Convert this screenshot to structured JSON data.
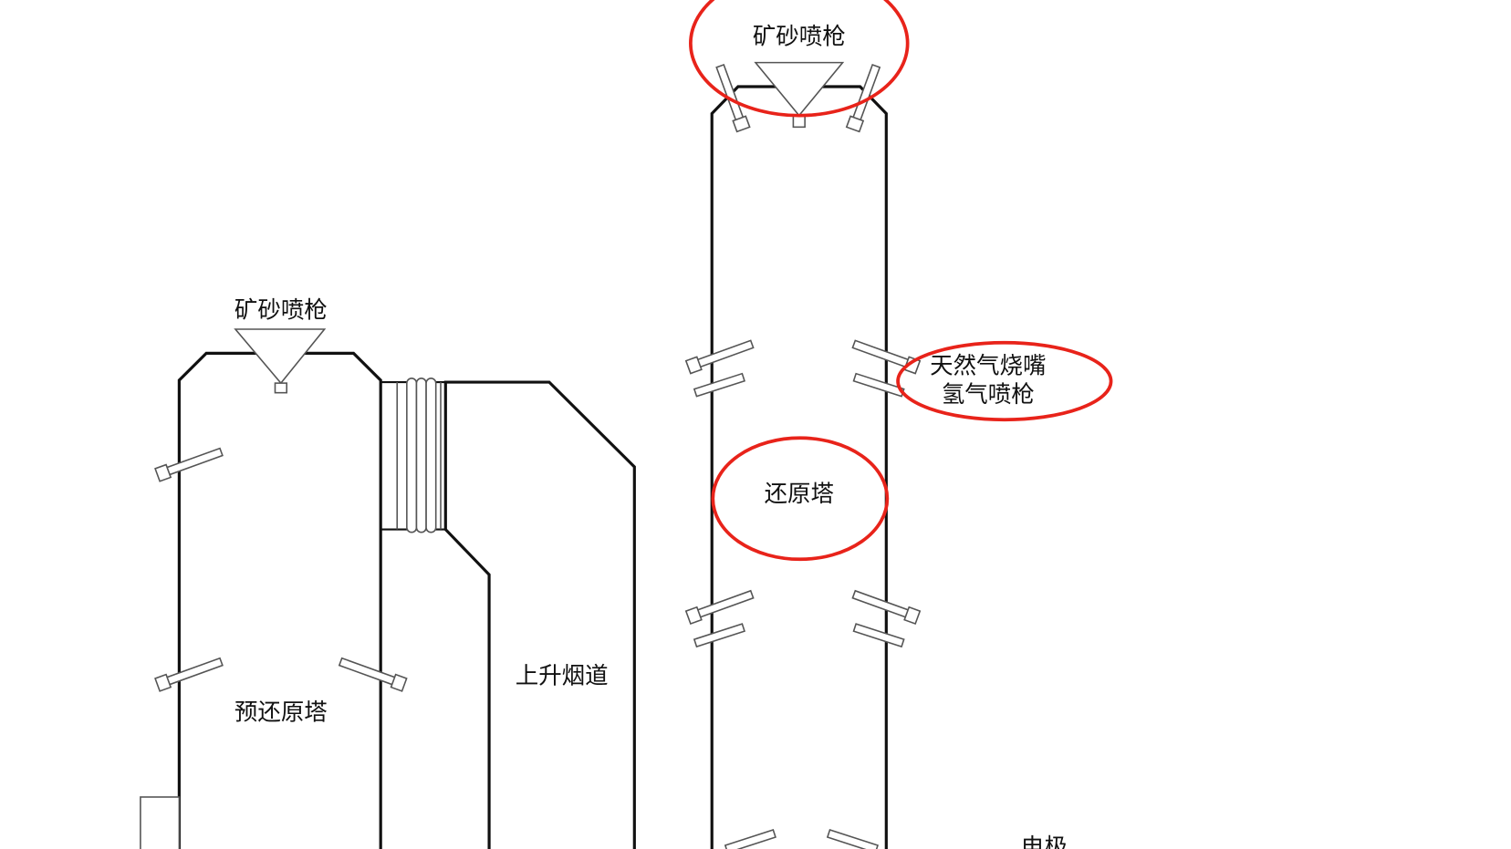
{
  "labels": {
    "top_ore_gun": "矿砂喷枪",
    "left_ore_gun": "矿砂喷枪",
    "pre_reduction_tower": "预还原塔",
    "rising_flue": "上升烟道",
    "reduction_tower": "还原塔",
    "natural_gas_burner": "天然气烧嘴",
    "hydrogen_gun": "氢气喷枪",
    "electrode": "电极"
  },
  "colors": {
    "highlight": "#e8231a",
    "line": "#111111"
  }
}
